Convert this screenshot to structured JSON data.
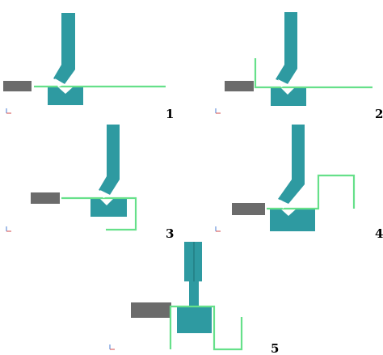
{
  "steps": [
    {
      "label": "1"
    },
    {
      "label": "2"
    },
    {
      "label": "3"
    },
    {
      "label": "4"
    },
    {
      "label": "5"
    }
  ],
  "colors": {
    "tool": "#2e9aa1",
    "backgauge": "#6b6b6b",
    "sheet": "#66e08a",
    "v_notch": "#ffffff",
    "axis_x": "#d34a4a",
    "axis_y": "#4a7ed3"
  }
}
